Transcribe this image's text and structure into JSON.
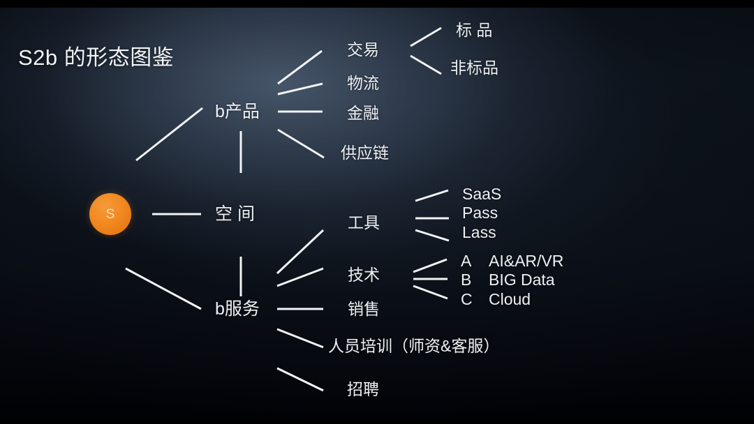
{
  "slide": {
    "title": "S2b 的形态图鉴",
    "background_color": "#0a0e15",
    "accent_color": "#f0821e",
    "text_color": "#eef1f4",
    "line_color": "#f2f4f6"
  },
  "root": {
    "label": "S"
  },
  "branches": [
    {
      "id": "b-product",
      "label": "b产品",
      "children": [
        {
          "id": "trade",
          "label": "交易",
          "children": [
            {
              "id": "standard",
              "label": "标 品"
            },
            {
              "id": "non-standard",
              "label": "非标品"
            }
          ]
        },
        {
          "id": "logistics",
          "label": "物流"
        },
        {
          "id": "finance",
          "label": "金融"
        },
        {
          "id": "supply-chain",
          "label": "供应链"
        }
      ]
    },
    {
      "id": "space",
      "label": "空 间",
      "children": []
    },
    {
      "id": "b-service",
      "label": "b服务",
      "children": [
        {
          "id": "tools",
          "label": "工具",
          "children": [
            {
              "id": "saas",
              "label": "SaaS"
            },
            {
              "id": "pass",
              "label": "Pass"
            },
            {
              "id": "lass",
              "label": "Lass"
            }
          ]
        },
        {
          "id": "technology",
          "label": "技术",
          "children": [
            {
              "id": "tech-a",
              "key": "A",
              "label": "AI&AR/VR"
            },
            {
              "id": "tech-b",
              "key": "B",
              "label": "BIG Data"
            },
            {
              "id": "tech-c",
              "key": "C",
              "label": "Cloud"
            }
          ]
        },
        {
          "id": "sales",
          "label": "销售"
        },
        {
          "id": "training",
          "label": "人员培训（师资&客服）"
        },
        {
          "id": "recruiting",
          "label": "招聘"
        }
      ]
    }
  ],
  "labels": {
    "b_product": "b产品",
    "space": "空 间",
    "b_service": "b服务",
    "trade": "交易",
    "logistics": "物流",
    "finance": "金融",
    "supply_chain": "供应链",
    "standard": "标 品",
    "non_standard": "非标品",
    "tools": "工具",
    "technology": "技术",
    "sales": "销售",
    "training": "人员培训（师资&客服）",
    "recruiting": "招聘",
    "saas": "SaaS",
    "pass": "Pass",
    "lass": "Lass",
    "key_a": "A",
    "key_b": "B",
    "key_c": "C",
    "tech_a": "AI&AR/VR",
    "tech_b": "BIG Data",
    "tech_c": "Cloud"
  }
}
